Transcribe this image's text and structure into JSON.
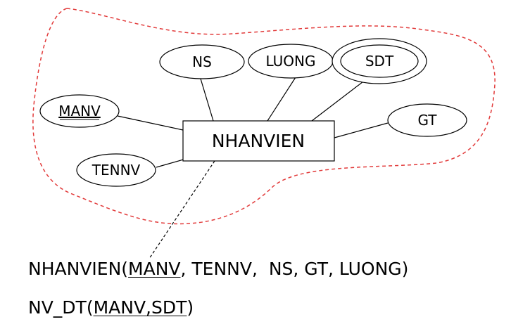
{
  "entity": {
    "name": "NHANVIEN"
  },
  "attributes": {
    "ns": "NS",
    "luong": "LUONG",
    "sdt": "SDT",
    "manv": "MANV",
    "gt": "GT",
    "tennv": "TENNV"
  },
  "colors": {
    "boundary": "#e23b3b",
    "lines": "#000000"
  },
  "schema": {
    "relation1": {
      "name": "NHANVIEN(",
      "key": "MANV",
      "rest": ", TENNV,  NS, GT, LUONG)"
    },
    "relation2": {
      "name": "NV_DT(",
      "key": "MANV,SDT",
      "close": ")"
    }
  }
}
